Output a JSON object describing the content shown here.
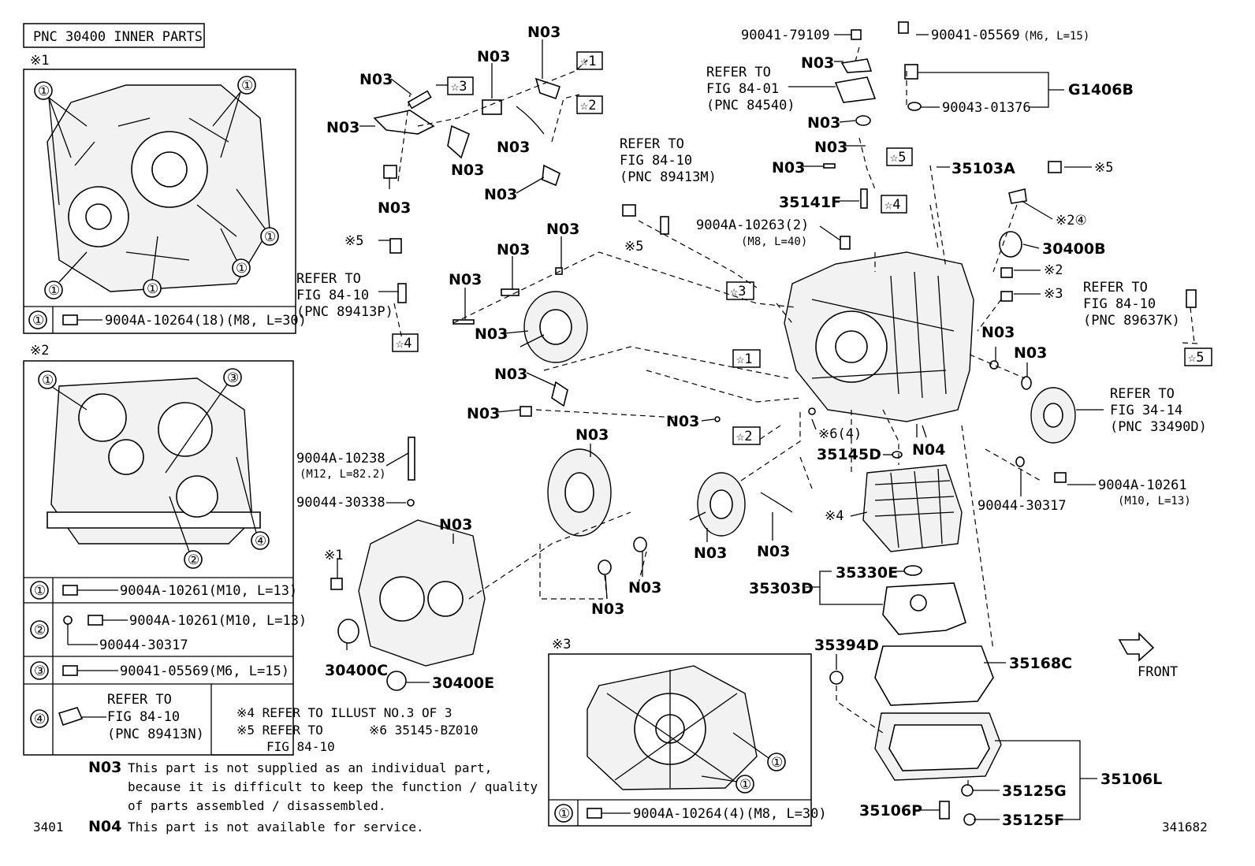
{
  "header": {
    "title": "PNC 30400 INNER PARTS"
  },
  "figure": {
    "number": "3401",
    "ref_code": "341682",
    "front_label": "FRONT"
  },
  "insets": [
    {
      "mark": "※1",
      "callout": "①",
      "rows": [
        {
          "key": "①",
          "text": "9004A-10264(18)(M8, L=30)"
        }
      ]
    },
    {
      "mark": "※2",
      "callouts": [
        "①",
        "③",
        "②",
        "④"
      ],
      "rows": [
        {
          "key": "①",
          "text": "9004A-10261(M10, L=13)"
        },
        {
          "key": "②",
          "text": "9004A-10261(M10, L=13)",
          "sub": "90044-30317"
        },
        {
          "key": "③",
          "text": "90041-05569(M6, L=15)"
        },
        {
          "key": "④",
          "text": [
            "REFER TO",
            "FIG 84-10",
            "(PNC 89413N)"
          ]
        }
      ]
    },
    {
      "mark": "※3",
      "callout": "①",
      "rows": [
        {
          "key": "①",
          "text": "9004A-10264(4)(M8, L=30)"
        }
      ]
    }
  ],
  "notes": {
    "n4": "※4 REFER TO ILLUST NO.3 OF 3",
    "n5": [
      "※5 REFER TO",
      "FIG 84-10"
    ],
    "n6": "※6 35145-BZ010",
    "legend": [
      {
        "code": "N03",
        "lines": [
          "This part is not supplied as an individual part,",
          "because it is difficult to keep the function / quality",
          "of parts assembled / disassembled."
        ]
      },
      {
        "code": "N04",
        "lines": [
          "This part is not available for service."
        ]
      }
    ]
  },
  "labels": {
    "n03": "N03",
    "n04": "N04",
    "star1": "☆1",
    "star2": "☆2",
    "star3": "☆3",
    "star4": "☆4",
    "star5": "☆5",
    "kome2": "※2",
    "kome3": "※3",
    "kome4": "※4",
    "kome5": "※5",
    "kome1": "※1",
    "kome2_4": "※2④",
    "kome6_4": "※6(4)",
    "ref_89413P": [
      "REFER TO",
      "FIG 84-10",
      "(PNC 89413P)"
    ],
    "ref_89413M": [
      "REFER TO",
      "FIG 84-10",
      "(PNC 89413M)"
    ],
    "ref_84540": [
      "REFER TO",
      "FIG 84-01",
      "(PNC 84540)"
    ],
    "ref_89637K": [
      "REFER TO",
      "FIG 84-10",
      "(PNC 89637K)"
    ],
    "ref_33490D": [
      "REFER TO",
      "FIG 34-14",
      "(PNC 33490D)"
    ],
    "p90041_79109": "90041-79109",
    "p90041_05569": "90041-05569",
    "p90041_05569_spec": "(M6, L=15)",
    "pG1406B": "G1406B",
    "p90043_01376": "90043-01376",
    "p35103A": "35103A",
    "p35141F": "35141F",
    "p9004A_10263": "9004A-10263(2)",
    "p9004A_10263_spec": "(M8, L=40)",
    "p30400B": "30400B",
    "p9004A_10238": "9004A-10238",
    "p9004A_10238_spec": "(M12, L=82.2)",
    "p90044_30338": "90044-30338",
    "p35145D": "35145D",
    "p9004A_10261": "9004A-10261",
    "p9004A_10261_spec": "(M10, L=13)",
    "p90044_30317": "90044-30317",
    "p35330E": "35330E",
    "p35303D": "35303D",
    "p35394D": "35394D",
    "p35168C": "35168C",
    "p30400C": "30400C",
    "p30400E": "30400E",
    "p35125G": "35125G",
    "p35106L": "35106L",
    "p35106P": "35106P",
    "p35125F": "35125F"
  }
}
